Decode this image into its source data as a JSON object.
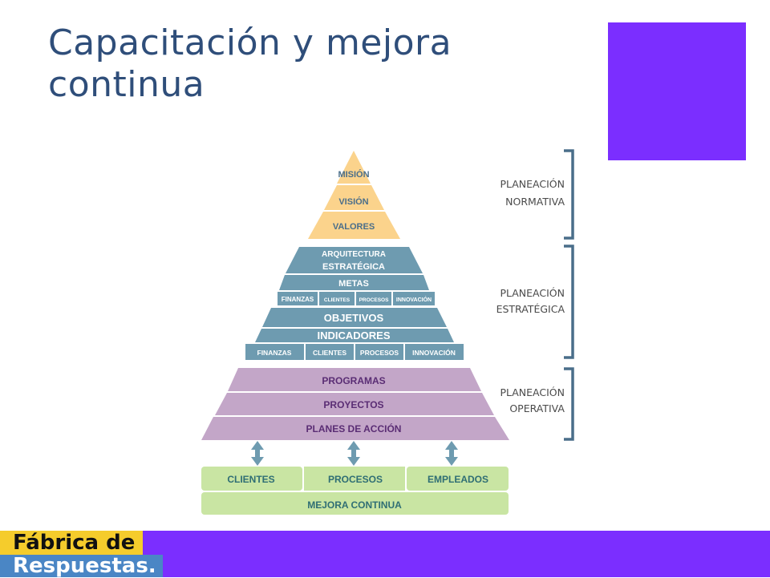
{
  "title": {
    "line1": "Capacitación y mejora",
    "line2": "continua"
  },
  "colors": {
    "title": "#2F4E7A",
    "accent": "#7B2EFF",
    "normativa": "#FBD38C",
    "normativa_text": "#4A6E8A",
    "estrategica": "#6E9BB0",
    "operativa": "#C3A6C8",
    "operativa_text": "#5A2D74",
    "mejora": "#C9E5A3",
    "mejora_text": "#2F6E74",
    "arrow": "#6E9BB0",
    "bracket": "#4A6E8A",
    "side_text": "#4A4A4A",
    "logo_text": "#111111",
    "logo_yellow": "#F5CC2C",
    "logo_blue": "#4A86C5",
    "white": "#FFFFFF"
  },
  "pyramid": {
    "normativa": [
      "MISIÓN",
      "VISIÓN",
      "VALORES"
    ],
    "estrategica": {
      "arquitectura": [
        "ARQUITECTURA",
        "ESTRATÉGICA"
      ],
      "metas": "METAS",
      "metas_cells": [
        "FINANZAS",
        "CLIENTES",
        "PROCESOS",
        "INNOVACIÓN"
      ],
      "objetivos": "OBJETIVOS",
      "indicadores": "INDICADORES",
      "indicadores_cells": [
        "FINANZAS",
        "CLIENTES",
        "PROCESOS",
        "INNOVACIÓN"
      ]
    },
    "operativa": [
      "PROGRAMAS",
      "PROYECTOS",
      "PLANES DE ACCIÓN"
    ]
  },
  "base": {
    "cells": [
      "CLIENTES",
      "PROCESOS",
      "EMPLEADOS"
    ],
    "footer": "MEJORA CONTINUA"
  },
  "brackets": [
    [
      "PLANEACIÓN",
      "NORMATIVA"
    ],
    [
      "PLANEACIÓN",
      "ESTRATÉGICA"
    ],
    [
      "PLANEACIÓN",
      "OPERATIVA"
    ]
  ],
  "logo": {
    "line1": "Fábrica de",
    "line2": "Respuestas."
  }
}
